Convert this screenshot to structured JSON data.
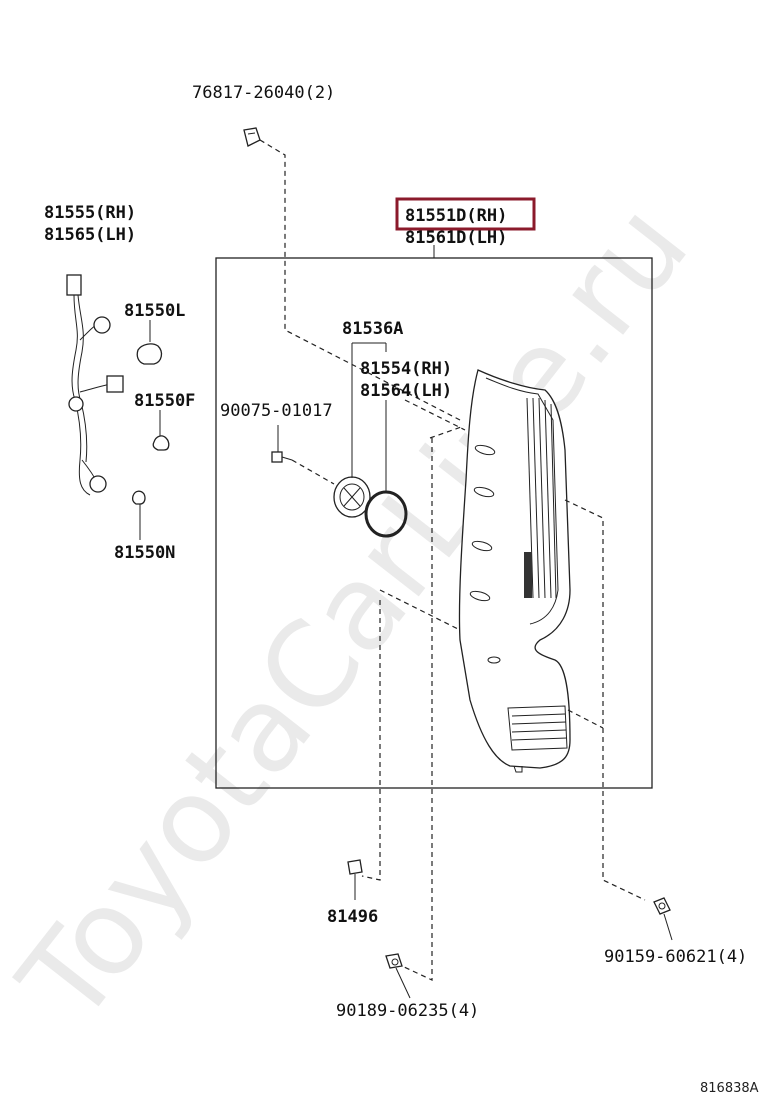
{
  "labels": {
    "p76817": "76817-26040(2)",
    "p81555": "81555(RH)",
    "p81565": "81565(LH)",
    "p81551d": "81551D(RH)",
    "p81561d": "81561D(LH)",
    "p81550l": "81550L",
    "p81536a": "81536A",
    "p81554": "81554(RH)",
    "p81564": "81564(LH)",
    "p81550f": "81550F",
    "p90075": "90075-01017",
    "p81550n": "81550N",
    "p81496": "81496",
    "p90159": "90159-60621(4)",
    "p90189": "90189-06235(4)"
  },
  "diagram_code": "816838A",
  "watermark": "ToyotaCarLine.ru",
  "highlight": {
    "part": "81551D(RH)",
    "color": "#8b1a2b"
  }
}
